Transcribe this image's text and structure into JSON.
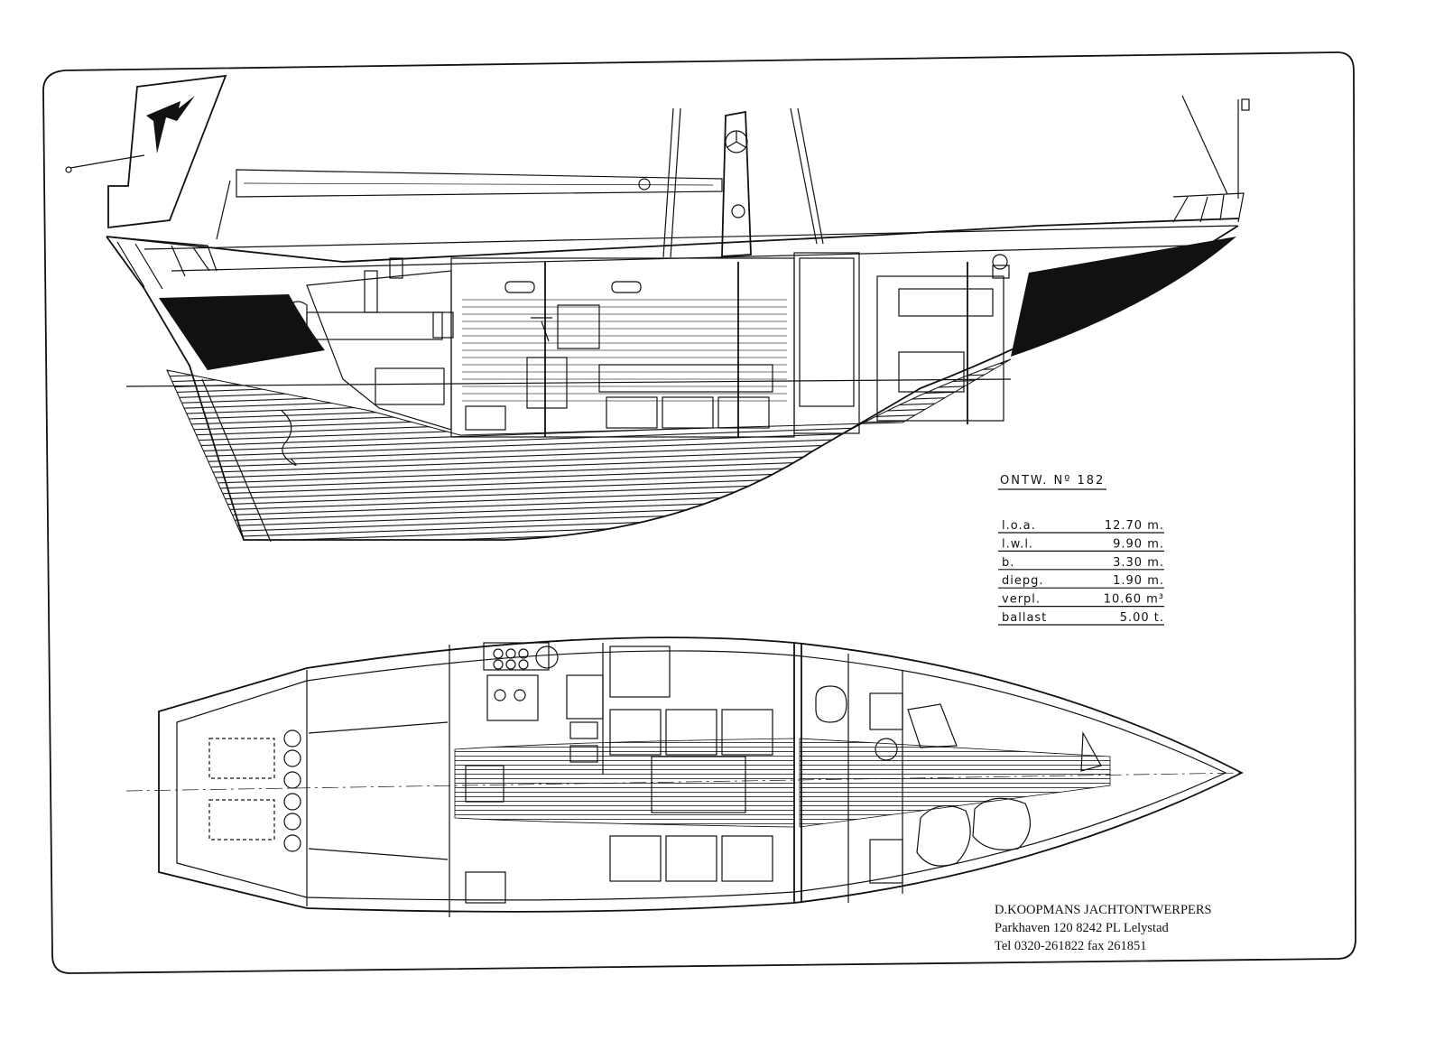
{
  "design": {
    "title": "ONTW. Nº 182",
    "specs": [
      {
        "label": "l.o.a.",
        "value": "12.70 m."
      },
      {
        "label": "l.w.l.",
        "value": "9.90 m."
      },
      {
        "label": "b.",
        "value": "3.30 m."
      },
      {
        "label": "diepg.",
        "value": "1.90 m."
      },
      {
        "label": "verpl.",
        "value": "10.60 m³"
      },
      {
        "label": "ballast",
        "value": "5.00 t."
      }
    ]
  },
  "designer": {
    "name": "D.KOOPMANS JACHTONTWERPERS",
    "address": "Parkhaven 120 8242 PL Lelystad",
    "phone": "Tel 0320-261822 fax 261851"
  },
  "colors": {
    "ink": "#111111",
    "paper": "#ffffff"
  }
}
